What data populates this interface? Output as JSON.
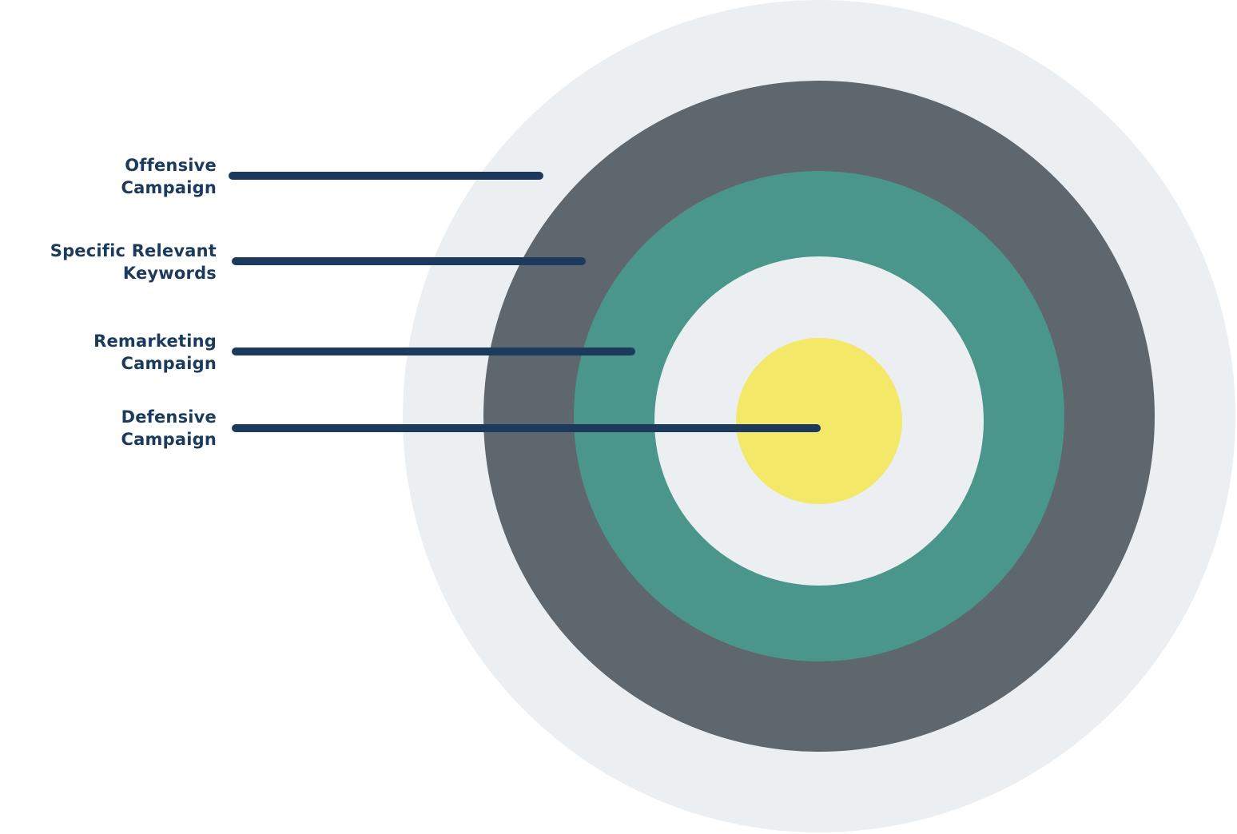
{
  "colors": {
    "outer_ring": "#eceff2",
    "dark_ring": "#5f676e",
    "teal_ring": "#4a968a",
    "inner_ring": "#eceff2",
    "bullseye": "#f4e868",
    "pointer": "#1b3a5c",
    "label_text": "#1b3a5c"
  },
  "labels": [
    {
      "line1": "Offensive",
      "line2": "Campaign"
    },
    {
      "line1": "Specific Relevant",
      "line2": "Keywords"
    },
    {
      "line1": "Remarketing",
      "line2": "Campaign"
    },
    {
      "line1": "Defensive",
      "line2": "Campaign"
    }
  ]
}
